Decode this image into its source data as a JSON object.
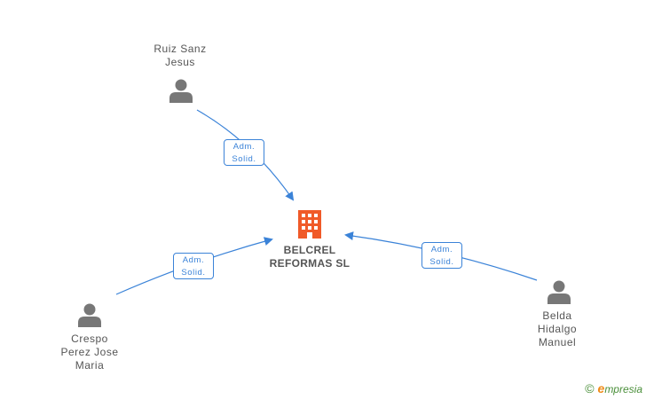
{
  "company": {
    "name_line1": "BELCREL",
    "name_line2": "REFORMAS SL",
    "icon": "building-icon",
    "color": "#f05a28"
  },
  "people": [
    {
      "id": "ruiz",
      "lines": [
        "Ruiz Sanz",
        "Jesus"
      ],
      "icon": "person-icon"
    },
    {
      "id": "crespo",
      "lines": [
        "Crespo",
        "Perez Jose",
        "Maria"
      ],
      "icon": "person-icon"
    },
    {
      "id": "belda",
      "lines": [
        "Belda",
        "Hidalgo",
        "Manuel"
      ],
      "icon": "person-icon"
    }
  ],
  "edges": [
    {
      "from": "ruiz",
      "role_line1": "Adm.",
      "role_line2": "Solid."
    },
    {
      "from": "crespo",
      "role_line1": "Adm.",
      "role_line2": "Solid."
    },
    {
      "from": "belda",
      "role_line1": "Adm.",
      "role_line2": "Solid."
    }
  ],
  "colors": {
    "edge": "#3b83d8",
    "person": "#777777",
    "text": "#555555"
  },
  "brand": {
    "copyright": "©",
    "initial": "e",
    "rest": "mpresia"
  }
}
